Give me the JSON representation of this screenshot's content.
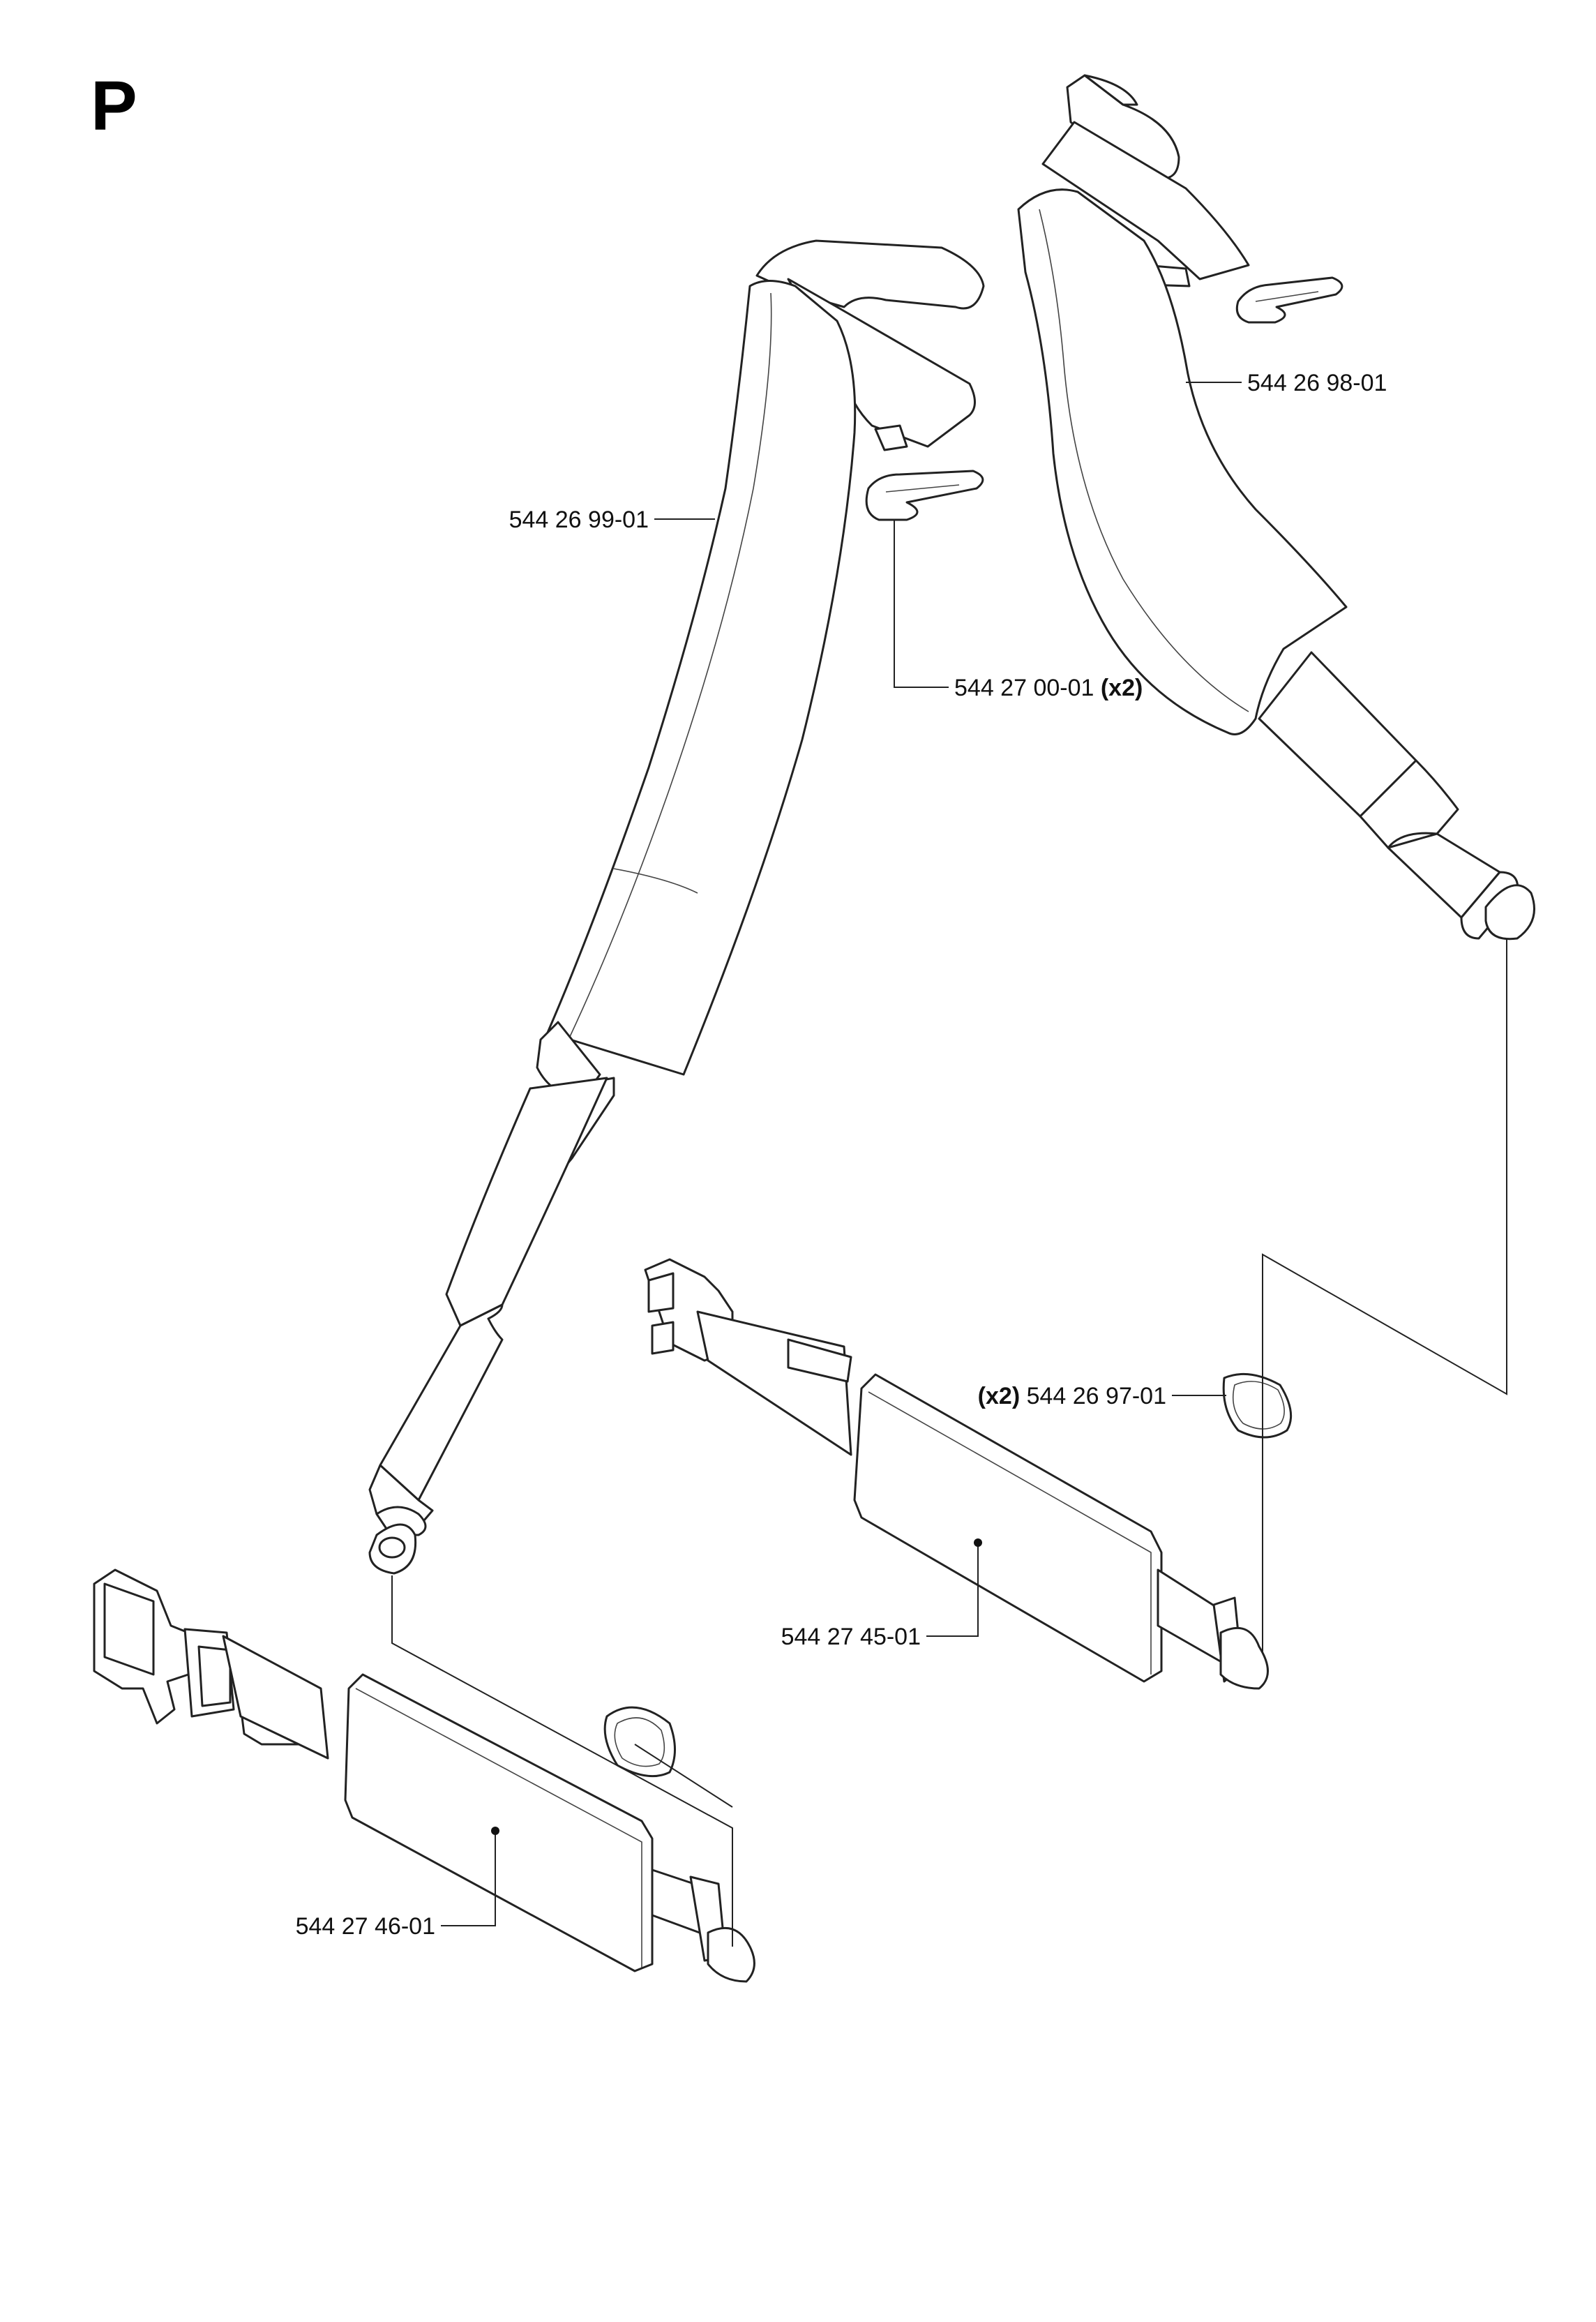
{
  "section": {
    "letter": "P"
  },
  "callouts": [
    {
      "id": "shoulder-strap-right",
      "number": "544 26 98-01",
      "qty": ""
    },
    {
      "id": "shoulder-strap-left",
      "number": "544 26 99-01",
      "qty": ""
    },
    {
      "id": "strap-clip",
      "number": "544 27 00-01",
      "qty": "(x2)"
    },
    {
      "id": "d-ring",
      "number": "544 26 97-01",
      "qty": "(x2)"
    },
    {
      "id": "hip-pad-right",
      "number": "544 27 45-01",
      "qty": ""
    },
    {
      "id": "hip-pad-left",
      "number": "544 27 46-01",
      "qty": ""
    }
  ]
}
